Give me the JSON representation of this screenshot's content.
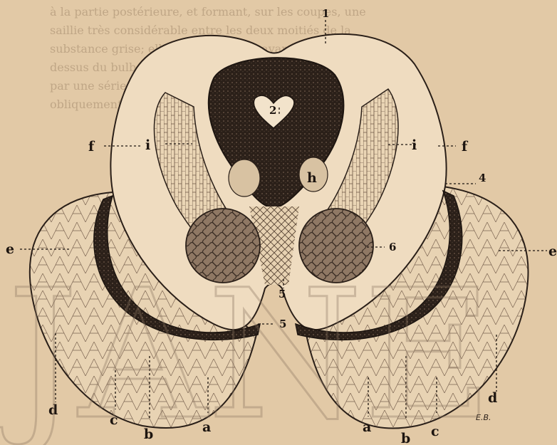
{
  "figure": {
    "labels": {
      "top_1": "1",
      "center_2": "2",
      "lobe_6": "6",
      "right_4": "4",
      "mid_5_upper": "5",
      "mid_5_lower": "5",
      "left_i": "i",
      "right_i": "i",
      "left_f": "f",
      "right_f": "f",
      "left_e": "e",
      "right_e": "e",
      "h": "h",
      "left_d": "d",
      "right_d": "d",
      "left_c": "c",
      "right_c": "c",
      "left_b": "b",
      "right_b": "b",
      "left_a": "a",
      "right_a": "a"
    },
    "signature": "E.B.",
    "watermark": "JANE"
  },
  "colors": {
    "paper": "#e2c9a6",
    "ink": "#1d1510",
    "dark_mass": "#2b2019",
    "light_tissue": "#efdcc0",
    "stipple": "#6f5b4a"
  },
  "background_text_lines": [
    "à la partie postérieure, et formant, sur les coupes, une",
    "saillie très considérable entre les deux moitiés de la",
    "substance grise; elle se prolonge en avant jusqu'au",
    "dessus du bulbe de la moelle. Le faisceau est traversé",
    "par une série de fibres qui vont à la substance grise",
    "obliquement d'arrière en avant."
  ]
}
